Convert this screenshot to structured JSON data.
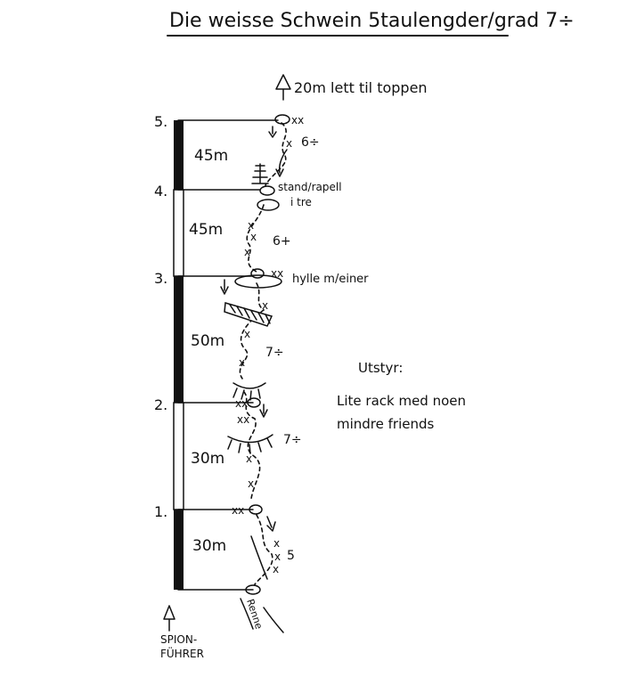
{
  "title": "Die weisse Schwein 5taulengder/grad 7÷",
  "top_note": "20m lett til toppen",
  "equipment": {
    "heading": "Utstyr:",
    "line1": "Lite rack med noen",
    "line2": "mindre friends"
  },
  "start_label": "SPION-",
  "start_label2": "FÜHRER",
  "start_marker": "Renne",
  "stations": [
    {
      "label": "5."
    },
    {
      "label": "4."
    },
    {
      "label": "3."
    },
    {
      "label": "2."
    },
    {
      "label": "1."
    }
  ],
  "pitches": [
    {
      "length": "45m",
      "grade": "6÷",
      "note": ""
    },
    {
      "length": "45m",
      "grade": "6+",
      "note": ""
    },
    {
      "length": "50m",
      "grade": "7÷",
      "note": ""
    },
    {
      "length": "30m",
      "grade": "7÷",
      "note": ""
    },
    {
      "length": "30m",
      "grade": "5",
      "note": ""
    }
  ],
  "anchor_notes": {
    "stand_rapell": "stand/rapell",
    "i_tre": "i tre",
    "hylle": "hylle m/einer"
  }
}
